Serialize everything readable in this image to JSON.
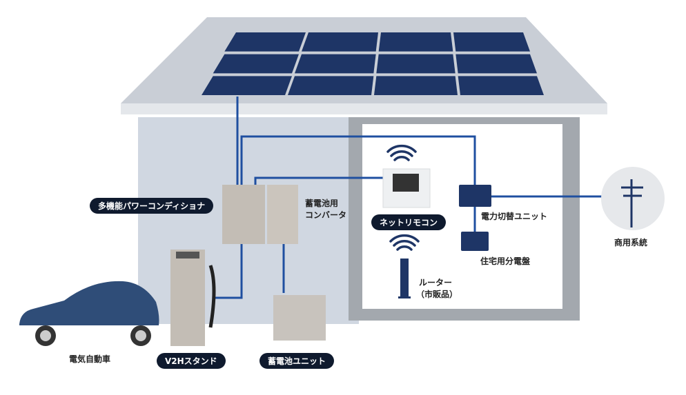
{
  "colors": {
    "wire": "#1f4fa0",
    "panel": "#1e3566",
    "wall": "#d0d7e1",
    "frame": "#a3a8ae",
    "unit": "#1e3566",
    "car": "#2f4d78"
  },
  "labels": {
    "power_conditioner": "多機能パワーコンディショナ",
    "converter_line1": "蓄電池用",
    "converter_line2": "コンバータ",
    "remote": "ネットリモコン",
    "switch_unit": "電力切替ユニット",
    "distribution_board": "住宅用分電盤",
    "router_line1": "ルーター",
    "router_line2": "（市販品）",
    "grid": "商用系統",
    "ev": "電気自動車",
    "v2h": "V2Hスタンド",
    "battery": "蓄電池ユニット"
  }
}
